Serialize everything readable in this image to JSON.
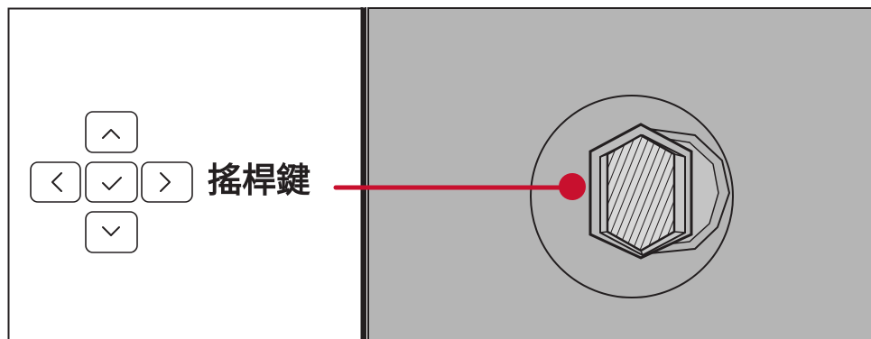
{
  "callout": {
    "label": "搖桿鍵"
  },
  "colors": {
    "background": "#ffffff",
    "monitor_panel": "#b5b5b5",
    "outline": "#231f20",
    "callout_line": "#c8102e"
  },
  "dpad": {
    "buttons": [
      {
        "name": "up-button",
        "icon": "chevron-up-icon"
      },
      {
        "name": "left-button",
        "icon": "chevron-left-icon"
      },
      {
        "name": "confirm-button",
        "icon": "check-icon"
      },
      {
        "name": "right-button",
        "icon": "chevron-right-icon"
      },
      {
        "name": "down-button",
        "icon": "chevron-down-icon"
      }
    ]
  }
}
